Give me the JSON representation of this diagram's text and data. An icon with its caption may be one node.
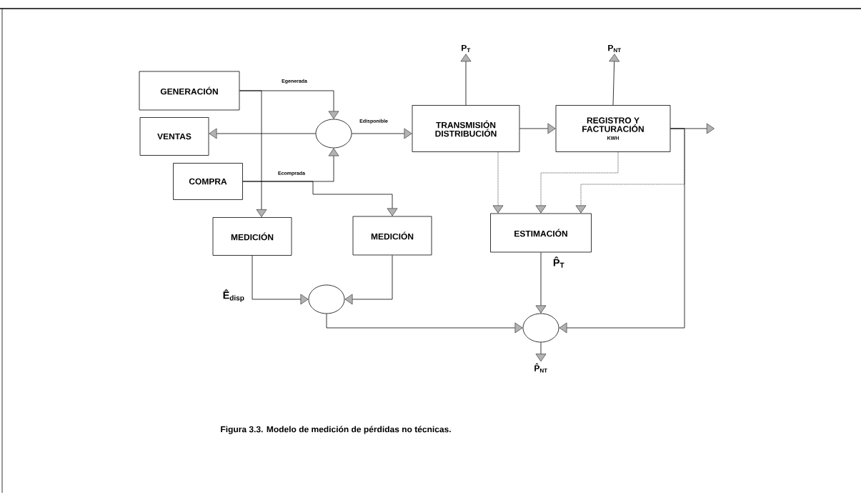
{
  "diagram": {
    "caption": "Figura 3.3. Modelo de medición de pérdidas no técnicas.",
    "nodes": [
      {
        "text": [
          "GENERACIÓN"
        ]
      },
      {
        "text": [
          "VENTAS"
        ]
      },
      {
        "text": [
          "COMPRA"
        ]
      },
      {
        "text": [],
        "shape": "circle"
      },
      {
        "text": [
          "TRANSMISIÓN DISTRIBUCIÓN"
        ]
      },
      {
        "text": [
          "REGISTRO Y FACTURACIÓN",
          "KWH"
        ]
      },
      {
        "text": [
          "MEDICIÓN"
        ]
      },
      {
        "text": [
          "MEDICIÓN"
        ]
      },
      {
        "text": [
          "ESTIMACIÓN"
        ]
      },
      {
        "text": [],
        "shape": "circle"
      },
      {
        "text": [],
        "shape": "circle"
      },
      {
        "text": [
          "P$_{T}$"
        ]
      },
      {
        "text": [
          "P$_{NT}$"
        ]
      },
      {
        "text": [
          "P̂$_{NT}$"
        ]
      }
    ],
    "edges": [
      {
        "from": 0,
        "to": 3,
        "arrow": "to",
        "label": "Egenerada"
      },
      {
        "from": 0,
        "to": 6,
        "arrow": "to"
      },
      {
        "from": 3,
        "to": 1,
        "arrow": "to"
      },
      {
        "from": 2,
        "to": 3,
        "arrow": "to",
        "label": "Ecomprada"
      },
      {
        "from": 2,
        "to": 7,
        "arrow": "to"
      },
      {
        "from": 3,
        "to": 4,
        "arrow": "to",
        "label": "Edisponible"
      },
      {
        "from": 4,
        "to": 11,
        "arrow": "to"
      },
      {
        "from": 4,
        "to": 5,
        "arrow": "to"
      },
      {
        "from": 5,
        "to": 12,
        "arrow": "to"
      },
      {
        "from": 5,
        "to": null,
        "arrow": "to"
      },
      {
        "from": 4,
        "to": 8,
        "arrow": "to",
        "style": "dashed"
      },
      {
        "from": 5,
        "to": 8,
        "arrow": "to",
        "style": "dashed"
      },
      {
        "from": 5,
        "to": 8,
        "arrow": "to",
        "style": "dashed"
      },
      {
        "from": 5,
        "to": 10,
        "arrow": "to"
      },
      {
        "from": 6,
        "to": 9,
        "arrow": "to",
        "label": "Ê$_{disp}$"
      },
      {
        "from": 7,
        "to": 9,
        "arrow": "to"
      },
      {
        "from": 9,
        "to": 10,
        "arrow": "to"
      },
      {
        "from": 8,
        "to": 10,
        "arrow": "to",
        "label": "P̂$_{T}$"
      },
      {
        "from": 10,
        "to": 13,
        "arrow": "to"
      }
    ]
  }
}
